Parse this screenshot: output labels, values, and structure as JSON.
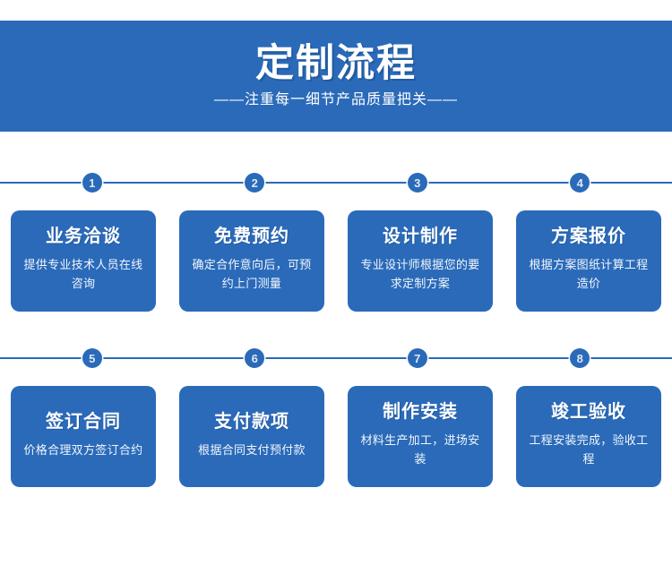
{
  "banner": {
    "title": "定制流程",
    "subtitle": "——注重每一细节产品质量把关——",
    "background_color": "#2a6ab9",
    "title_color": "#ffffff"
  },
  "theme": {
    "accent_color": "#2a6ab9",
    "card_color": "#2a6ab9",
    "page_background": "#ffffff",
    "badge_number_color": "#dfe8f4"
  },
  "rows": [
    {
      "steps": [
        {
          "number": "1",
          "title": "业务洽谈",
          "desc": "提供专业技术人员在线咨询"
        },
        {
          "number": "2",
          "title": "免费预约",
          "desc": "确定合作意向后，可预约上门测量"
        },
        {
          "number": "3",
          "title": "设计制作",
          "desc": "专业设计师根据您的要求定制方案"
        },
        {
          "number": "4",
          "title": "方案报价",
          "desc": "根据方案图纸计算工程造价"
        }
      ]
    },
    {
      "steps": [
        {
          "number": "5",
          "title": "签订合同",
          "desc": "价格合理双方签订合约"
        },
        {
          "number": "6",
          "title": "支付款项",
          "desc": "根据合同支付预付款"
        },
        {
          "number": "7",
          "title": "制作安装",
          "desc": "材料生产加工，进场安装"
        },
        {
          "number": "8",
          "title": "竣工验收",
          "desc": "工程安装完成，验收工程"
        }
      ]
    }
  ]
}
